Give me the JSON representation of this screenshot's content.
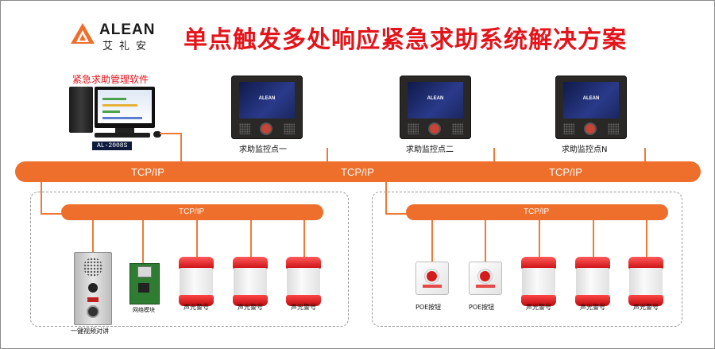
{
  "header": {
    "title": "单点触发多处响应紧急求助系统解决方案",
    "brand_en": "ALEAN",
    "brand_cn": "艾礼安"
  },
  "software": {
    "label": "紧急求助管理软件",
    "model": "AL-2008S"
  },
  "terminals": [
    {
      "label": "求助监控点一",
      "screen_brand": "ALEAN"
    },
    {
      "label": "求助监控点二",
      "screen_brand": "ALEAN"
    },
    {
      "label": "求助监控点N",
      "screen_brand": "ALEAN"
    }
  ],
  "network": {
    "main_labels": [
      "TCP/IP",
      "TCP/IP",
      "TCP/IP"
    ],
    "left_label": "TCP/IP",
    "right_label": "TCP/IP"
  },
  "left_group": {
    "intercom_label": "一键视频对讲",
    "module_label": "网络模块",
    "sirens": [
      "声光警号",
      "声光警号",
      "声光警号"
    ]
  },
  "right_group": {
    "buttons": [
      "POE按钮",
      "POE按钮"
    ],
    "sirens": [
      "声光警号",
      "声光警号",
      "声光警号"
    ]
  },
  "colors": {
    "bus": "#ee6f2b",
    "title": "#e4141b",
    "siren_red": "#d81b1f"
  }
}
